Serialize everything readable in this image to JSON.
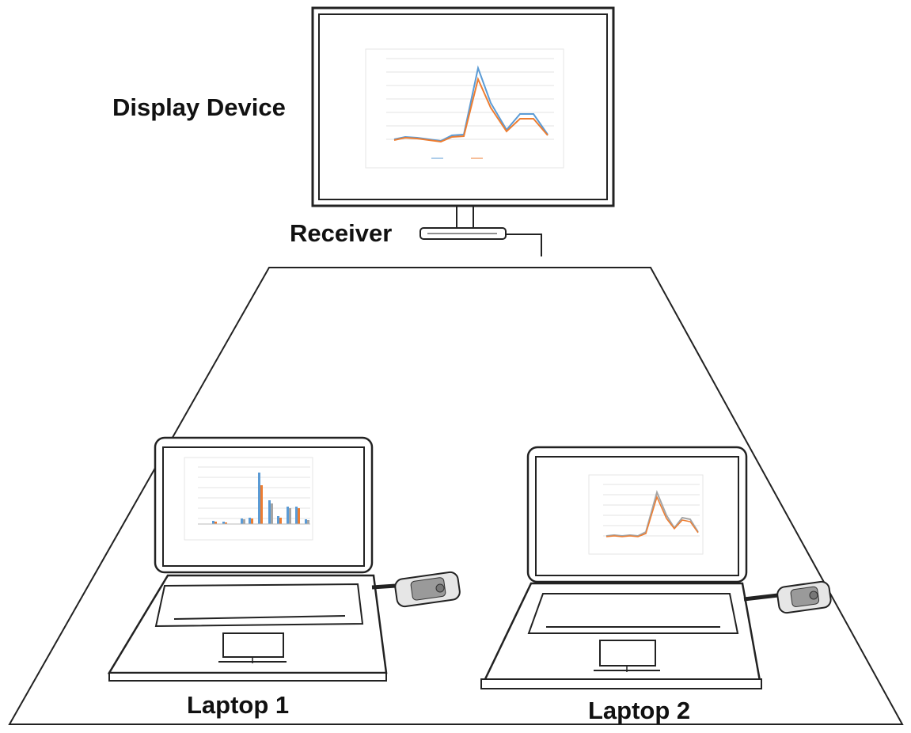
{
  "labels": {
    "display_device": "Display Device",
    "receiver": "Receiver",
    "laptop_1": "Laptop 1",
    "laptop_2": "Laptop 2"
  },
  "colors": {
    "line": "#222222",
    "series_blue": "#5b9bd5",
    "series_orange": "#ed7d31",
    "series_gray": "#a5a5a5",
    "gridline": "#e3e3e3"
  },
  "icons": [
    "display-monitor-icon",
    "receiver-box-icon",
    "laptop-icon",
    "usb-dongle-icon"
  ]
}
